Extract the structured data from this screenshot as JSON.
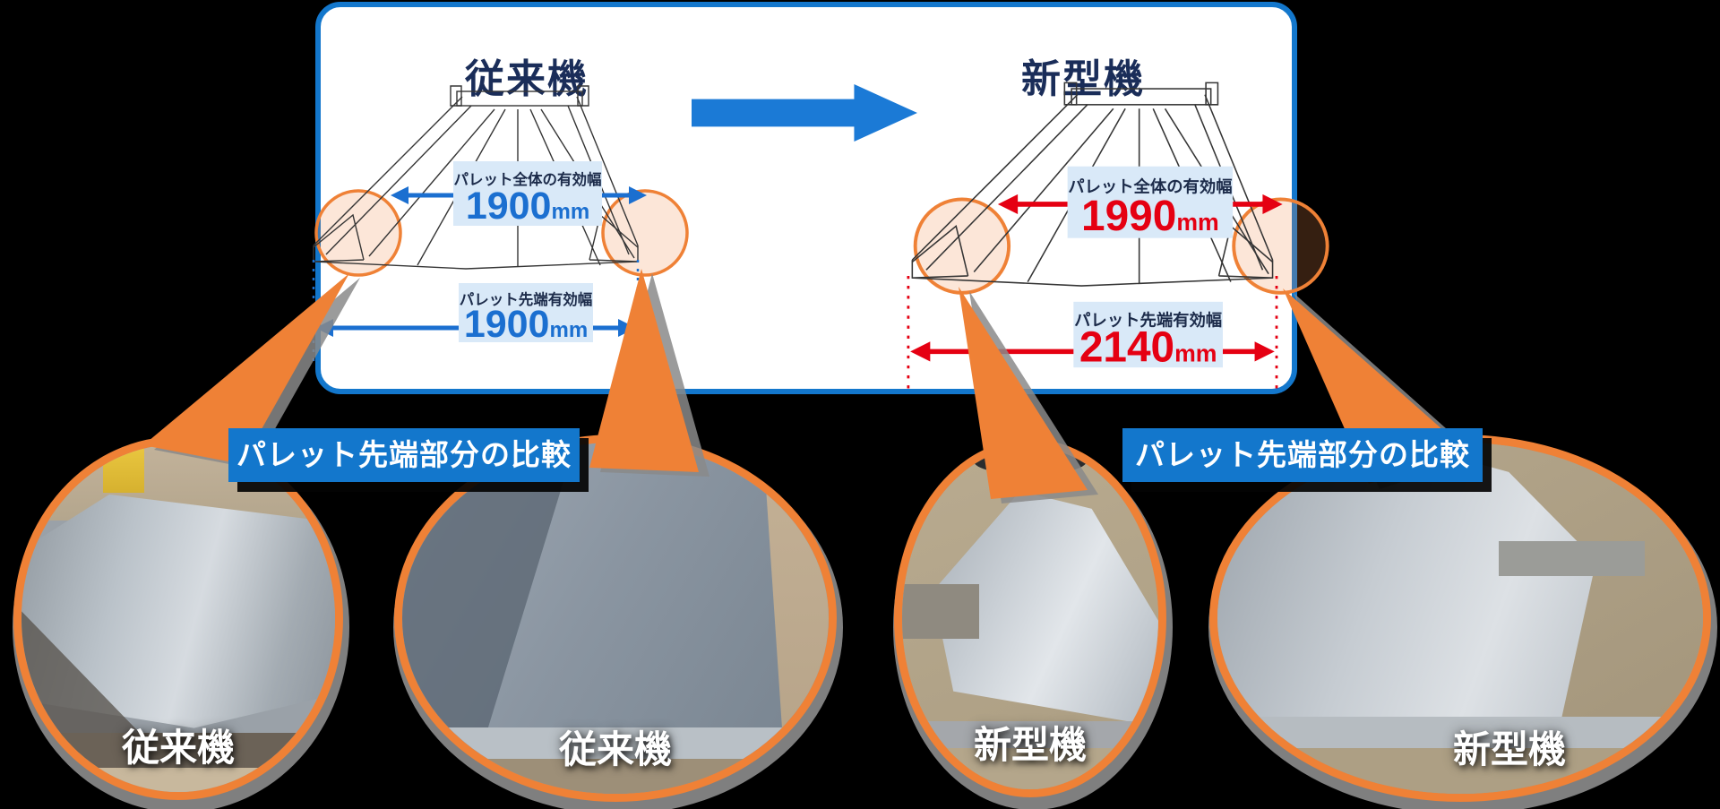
{
  "colors": {
    "panel_border_blue": "#1377cc",
    "measure_blue": "#1b6fd0",
    "measure_red": "#e50012",
    "orange": "#ef8136",
    "title_navy": "#1a2d59",
    "measure_box_bg": "#d9e9f8"
  },
  "diagrams": {
    "left": {
      "title": "従来機",
      "overall": {
        "label": "パレット全体の有効幅",
        "value": "1900",
        "unit": "mm"
      },
      "tip": {
        "label": "パレット先端有効幅",
        "value": "1900",
        "unit": "mm"
      }
    },
    "right": {
      "title": "新型機",
      "overall": {
        "label": "パレット全体の有効幅",
        "value": "1990",
        "unit": "mm"
      },
      "tip": {
        "label": "パレット先端有効幅",
        "value": "2140",
        "unit": "mm"
      }
    }
  },
  "comparison": {
    "left": "パレット先端部分の比較",
    "right": "パレット先端部分の比較"
  },
  "photos": [
    {
      "label": "従来機"
    },
    {
      "label": "従来機"
    },
    {
      "label": "新型機"
    },
    {
      "label": "新型機"
    }
  ]
}
